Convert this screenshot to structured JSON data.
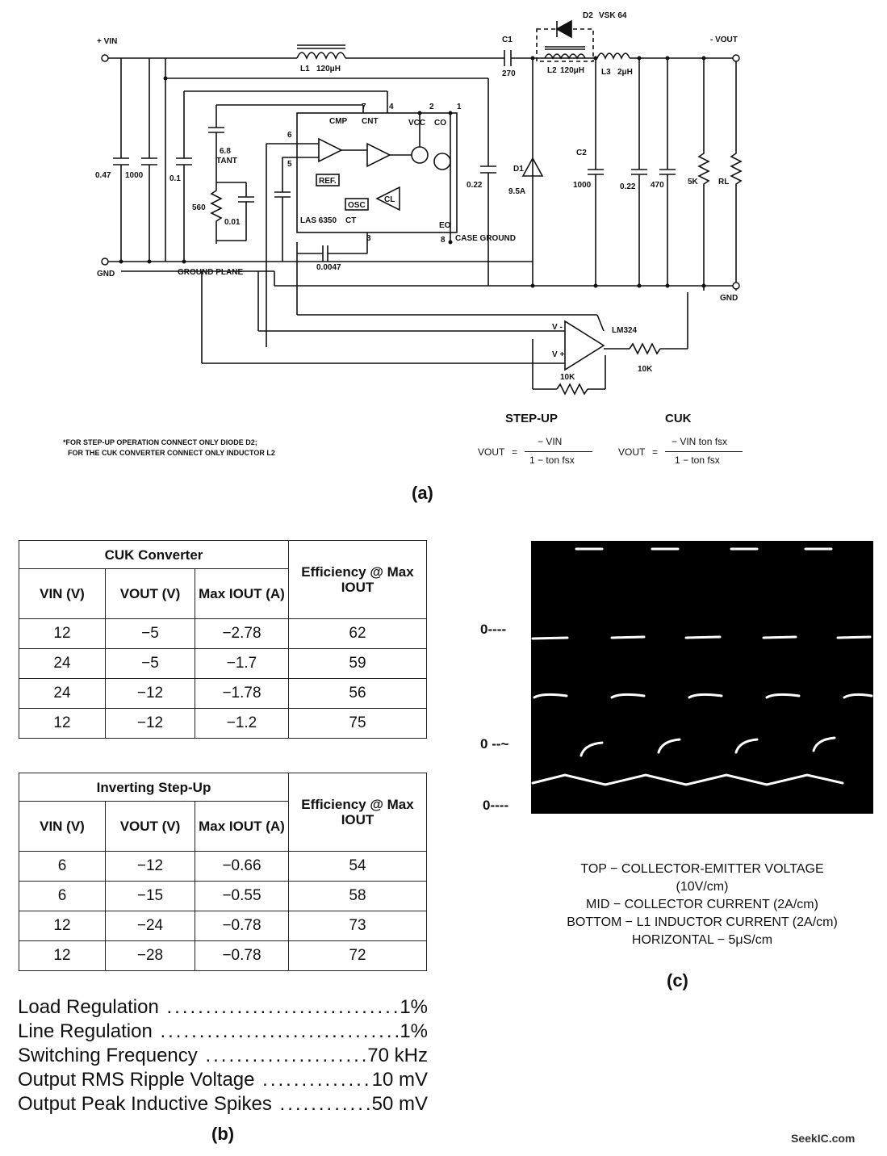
{
  "schematic": {
    "vin_label": "+ VIN",
    "gnd_left": "GND",
    "vout_label": "- VOUT",
    "gnd_right": "GND",
    "l1": "L1",
    "l1_value": "120μH",
    "c1": "C1",
    "c1_value": "270",
    "d2": "D2",
    "d2_part": "VSK 64",
    "l2": "L2",
    "l2_value": "120μH",
    "l3": "L3",
    "l3_value": "2μH",
    "cap_047": "0.47",
    "cap_1000": "1000",
    "cap_01": "0.1",
    "cap_68": "6.8",
    "tant": "TANT",
    "res_560": "560",
    "cap_001": "0.01",
    "cap_022": "0.22",
    "cap_00047": "0.0047",
    "ground_plane": "GROUND PLANE",
    "chip": "LAS 6350",
    "ref": "REF.",
    "osc": "OSC",
    "pin_cmp": "CMP",
    "pin_cnt": "CNT",
    "pin_vcc": "VCC",
    "pin_co": "CO",
    "pin_eo": "EO",
    "pin_ct": "CT",
    "cl": "CL",
    "case_ground": "CASE GROUND",
    "pin_7": "7",
    "pin_4": "4",
    "pin_2": "2",
    "pin_1": "1",
    "pin_6": "6",
    "pin_5": "5",
    "pin_3": "3",
    "pin_8": "8",
    "d1": "D1",
    "d1_value": "9.5A",
    "c2": "C2",
    "c2_value": "1000",
    "cap_022b": "0.22",
    "cap_470": "470",
    "res_5k": "5K",
    "rl": "RL",
    "lm324": "LM324",
    "res_10k_a": "10K",
    "res_10k_b": "10K",
    "vminus": "V -",
    "vplus": "V +"
  },
  "note": {
    "line1": "*FOR STEP-UP OPERATION CONNECT ONLY DIODE D2;",
    "line2": "FOR THE CUK CONVERTER CONNECT ONLY INDUCTOR L2"
  },
  "equations": {
    "stepup_title": "STEP-UP",
    "cuk_title": "CUK",
    "vout": "VOUT",
    "eq": "=",
    "stepup_num": "− VIN",
    "stepup_den": "1 − ton fsx",
    "cuk_num": "− VIN ton fsx",
    "cuk_den": "1 − ton fsx"
  },
  "caption_a": "(a)",
  "caption_b": "(b)",
  "caption_c": "(c)",
  "cuk_table": {
    "title": "CUK Converter",
    "headers": [
      "VIN (V)",
      "VOUT (V)",
      "Max IOUT (A)",
      "Efficiency @ Max IOUT"
    ],
    "rows": [
      [
        "12",
        "−5",
        "−2.78",
        "62"
      ],
      [
        "24",
        "−5",
        "−1.7",
        "59"
      ],
      [
        "24",
        "−12",
        "−1.78",
        "56"
      ],
      [
        "12",
        "−12",
        "−1.2",
        "75"
      ]
    ]
  },
  "stepup_table": {
    "title": "Inverting Step-Up",
    "headers": [
      "VIN (V)",
      "VOUT (V)",
      "Max IOUT (A)",
      "Efficiency @ Max IOUT"
    ],
    "rows": [
      [
        "6",
        "−12",
        "−0.66",
        "54"
      ],
      [
        "6",
        "−15",
        "−0.55",
        "58"
      ],
      [
        "12",
        "−24",
        "−0.78",
        "73"
      ],
      [
        "12",
        "−28",
        "−0.78",
        "72"
      ]
    ]
  },
  "specs": [
    {
      "label": "Load Regulation",
      "value": "1%"
    },
    {
      "label": "Line Regulation",
      "value": "1%"
    },
    {
      "label": "Switching Frequency",
      "value": "70 kHz"
    },
    {
      "label": "Output RMS Ripple Voltage",
      "value": "10 mV"
    },
    {
      "label": "Output Peak Inductive Spikes",
      "value": "50 mV"
    }
  ],
  "scope": {
    "zero_top": "0",
    "zero_mid": "0",
    "zero_bot": "0",
    "caption": [
      "TOP − COLLECTOR-EMITTER VOLTAGE",
      "(10V/cm)",
      "MID − COLLECTOR CURRENT (2A/cm)",
      "BOTTOM − L1 INDUCTOR CURRENT (2A/cm)",
      "HORIZONTAL − 5μS/cm"
    ]
  },
  "watermark": "SeekIC.com"
}
